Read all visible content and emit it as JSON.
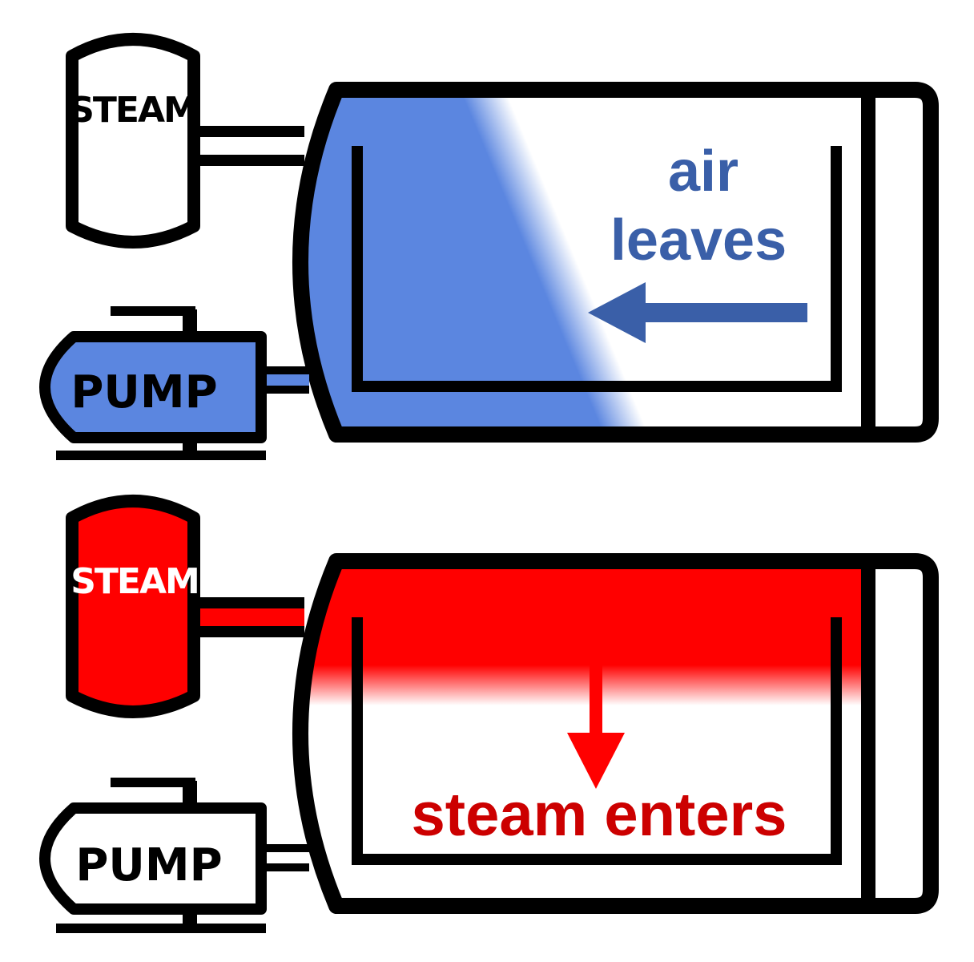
{
  "colors": {
    "outline": "#000000",
    "air_blue": "#5b86e0",
    "arrow_blue": "#3a5fa8",
    "steam_red": "#ff0000",
    "text_red": "#cc0000",
    "white": "#ffffff"
  },
  "top_panel": {
    "steam_label": "STEAM",
    "pump_label": "PUMP",
    "caption_line1": "air",
    "caption_line2": "leaves",
    "arrow_direction": "left"
  },
  "bottom_panel": {
    "steam_label": "STEAM",
    "pump_label": "PUMP",
    "caption": "steam enters",
    "arrow_direction": "down"
  }
}
